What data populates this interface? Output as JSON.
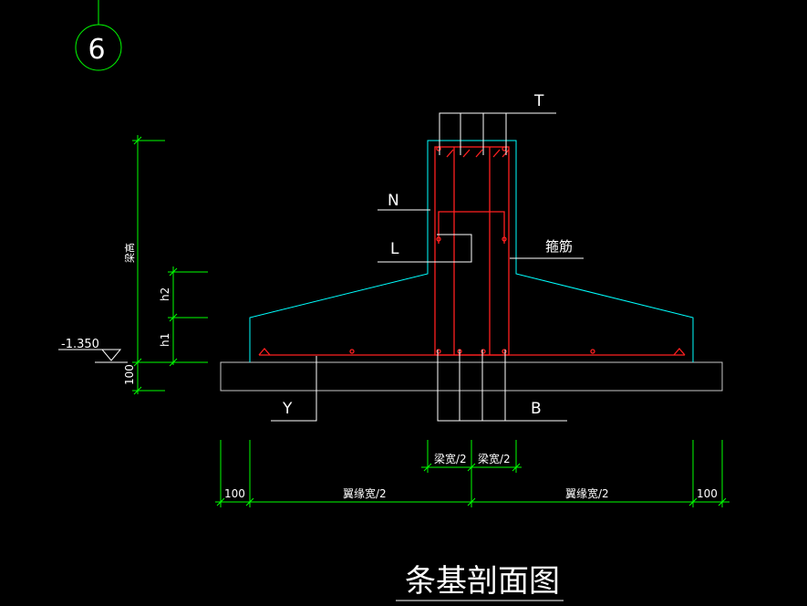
{
  "drawing": {
    "detail_number": "6",
    "title": "条基剖面图",
    "colors": {
      "background": "#000000",
      "outline_cyan": "#00ffff",
      "rebar_red": "#ff2020",
      "dimension_green": "#00ff00",
      "text_white": "#ffffff",
      "base_grey": "#c8c8c8"
    },
    "labels": {
      "T": "T",
      "N": "N",
      "L": "L",
      "Y": "Y",
      "B": "B",
      "stirrup": "箍筋"
    },
    "elevation": "-1.350",
    "vertical_dims": {
      "beam_height": "梁高",
      "h2": "h2",
      "h1": "h1",
      "base_100": "100"
    },
    "horizontal_dims": {
      "left_100": "100",
      "left_flange": "翼缘宽/2",
      "right_flange": "翼缘宽/2",
      "right_100": "100",
      "beam_half_left": "梁宽/2",
      "beam_half_right": "梁宽/2"
    }
  }
}
